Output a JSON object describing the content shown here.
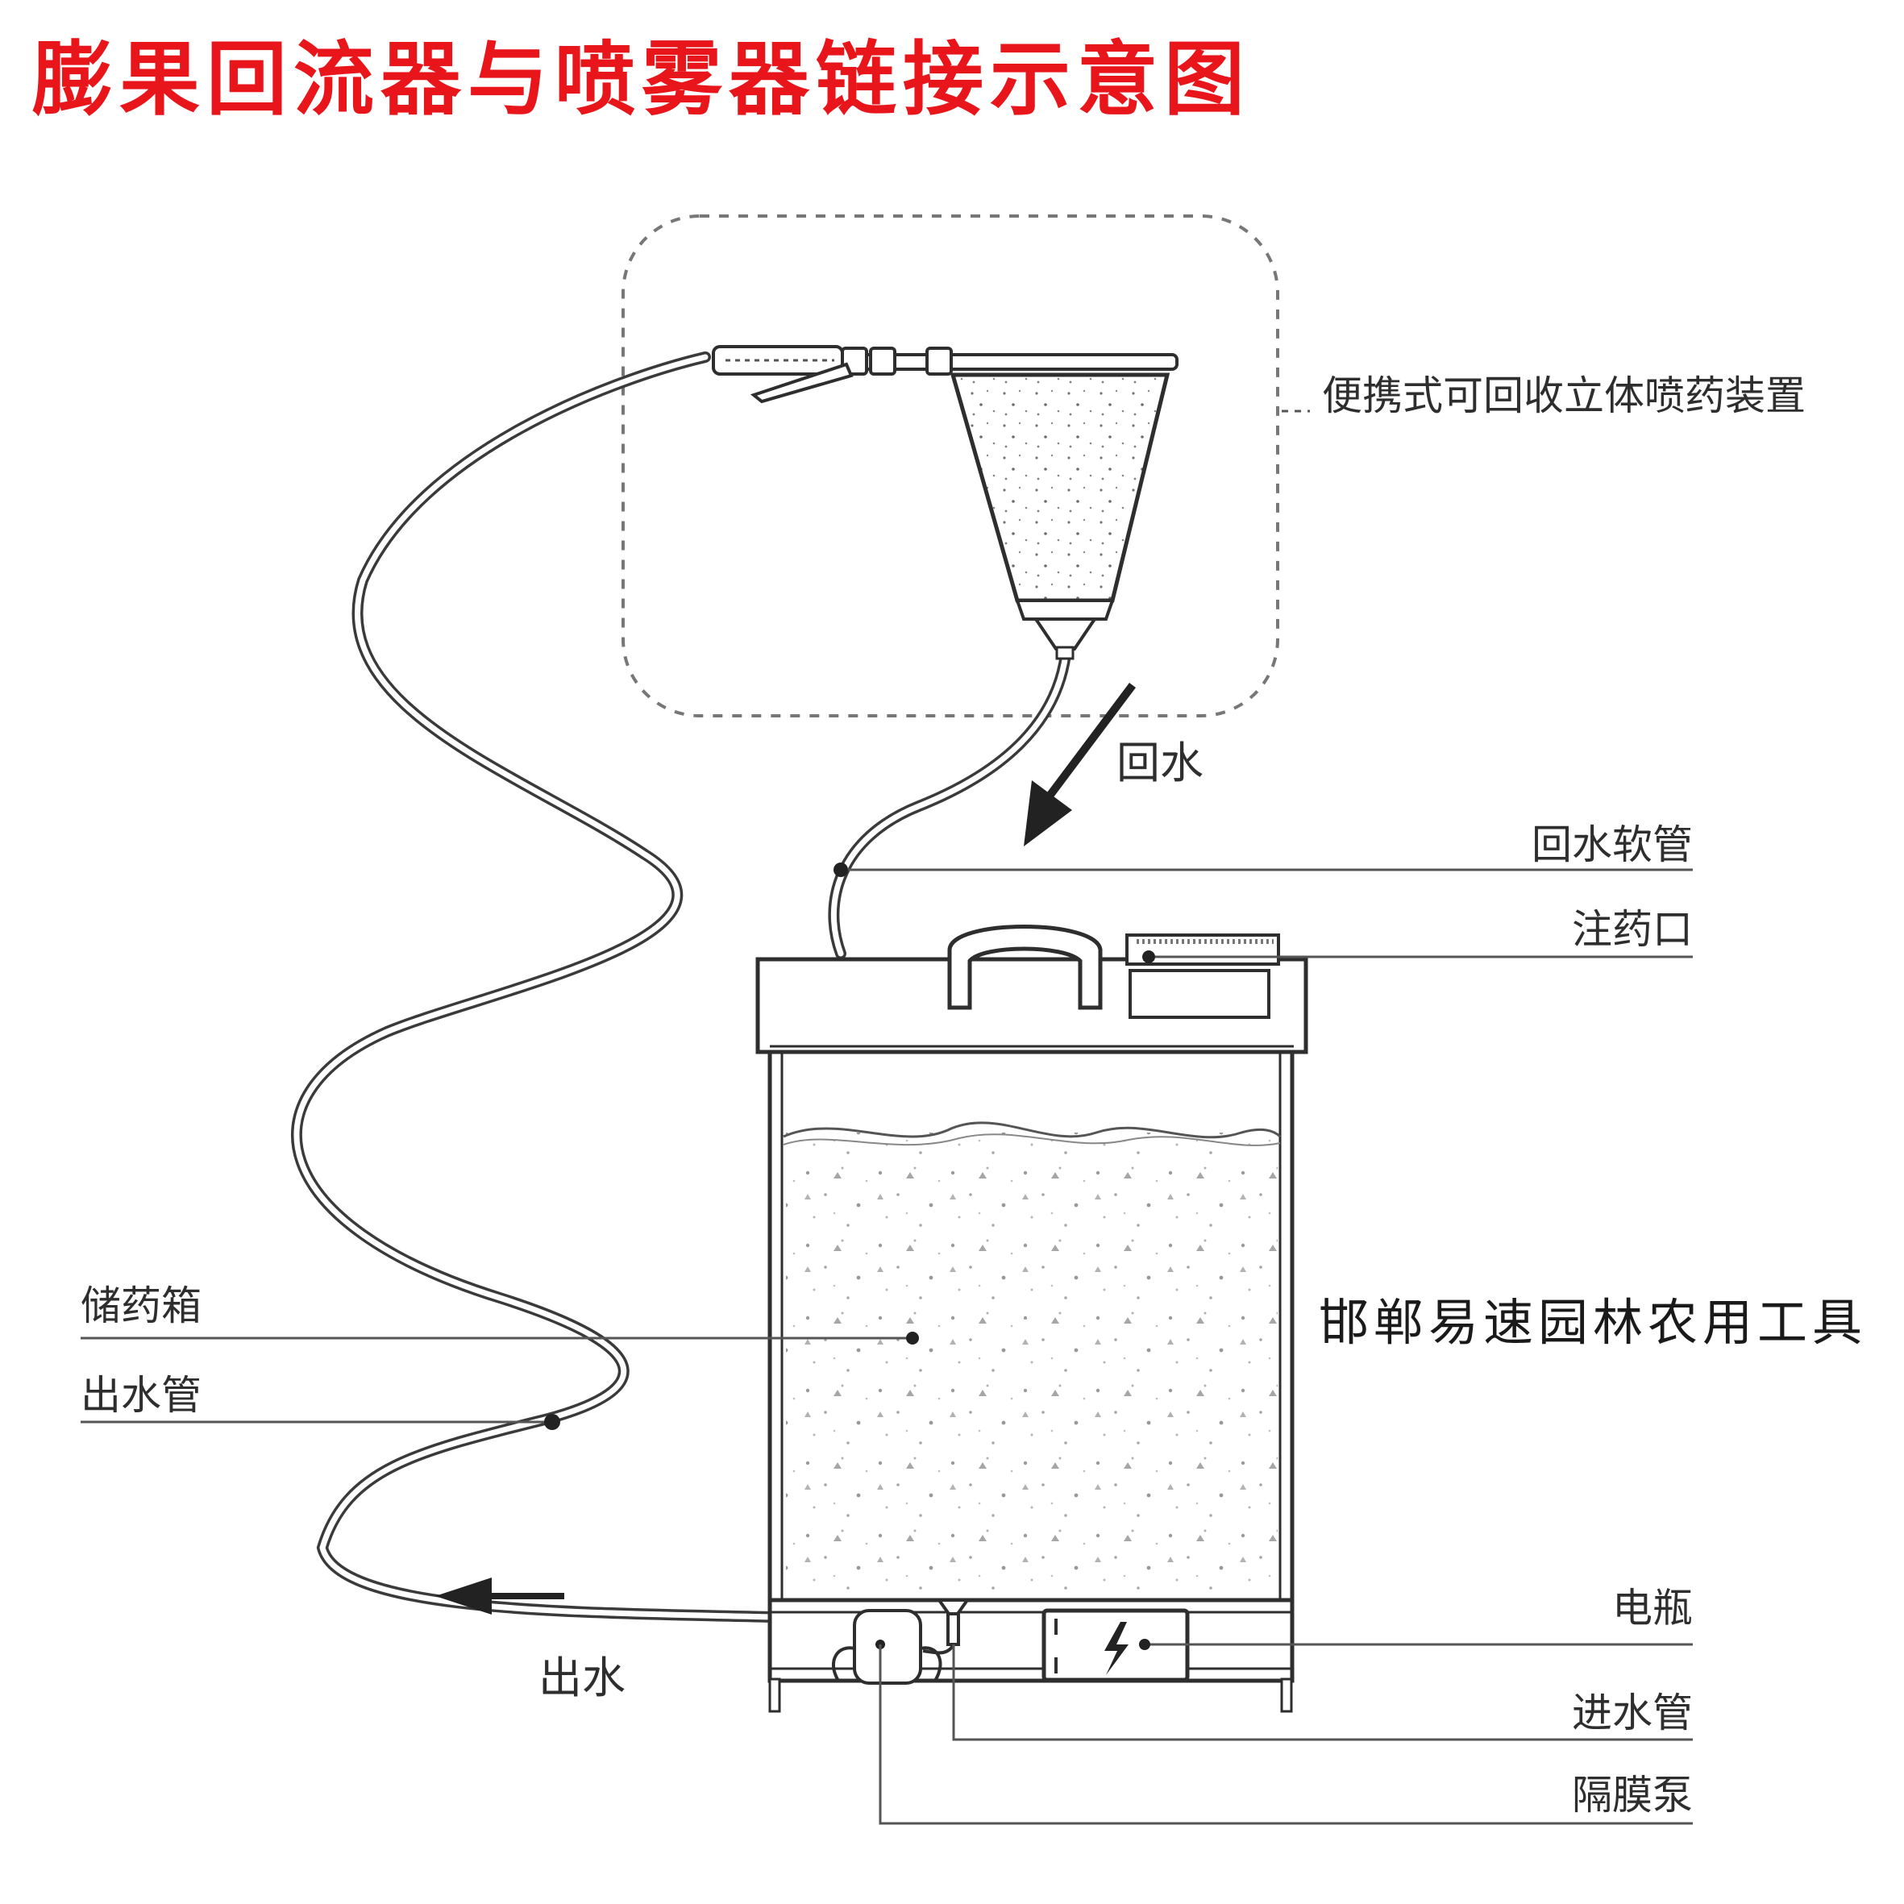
{
  "title": "膨果回流器与喷雾器链接示意图",
  "watermark": "邯郸易速园林农用工具",
  "labels": {
    "device": "便携式可回收立体喷药装置",
    "return_flow": "回水",
    "return_hose": "回水软管",
    "fill_port": "注药口",
    "tank": "储药箱",
    "outlet_pipe": "出水管",
    "outflow": "出水",
    "battery": "电瓶",
    "inlet_pipe": "进水管",
    "pump": "隔膜泵"
  },
  "icons": {
    "battery": "lightning-bolt",
    "arrows": "flow-direction-arrows"
  }
}
